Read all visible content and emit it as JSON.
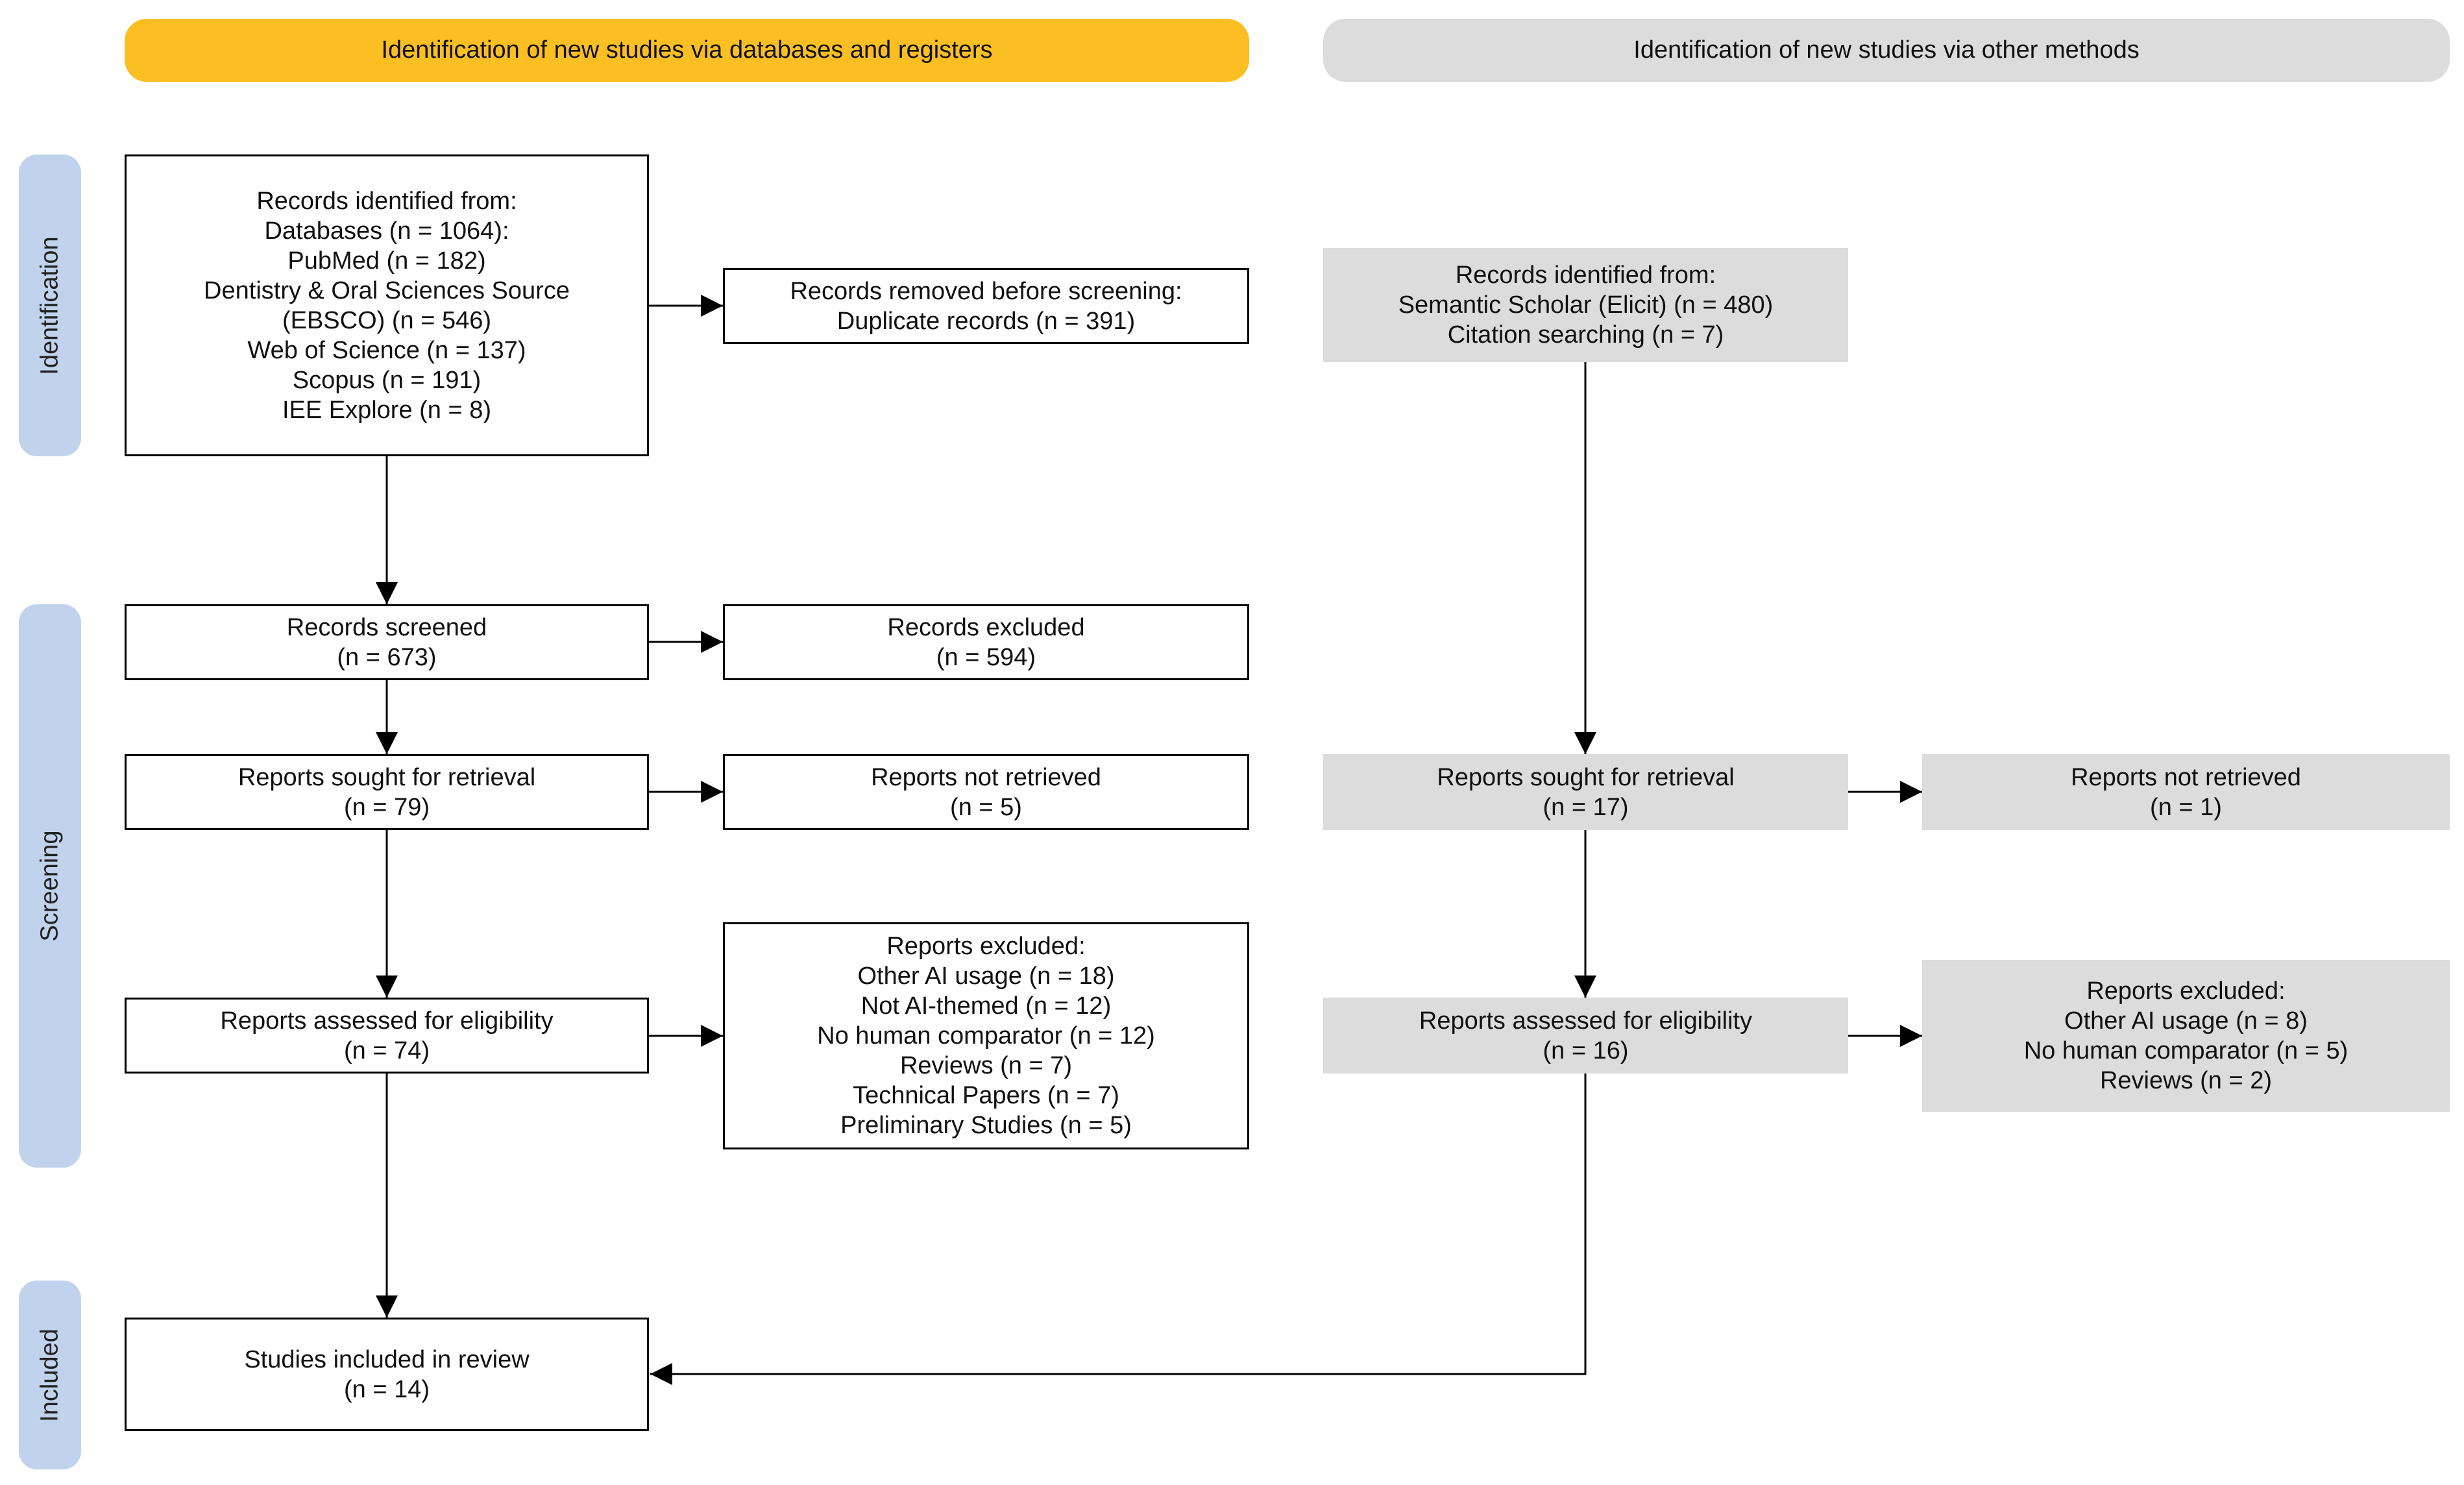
{
  "headers": {
    "databases": "Identification of new studies via databases and registers",
    "other_methods": "Identification of new studies via other methods"
  },
  "phases": {
    "identification": "Identification",
    "screening": "Screening",
    "included": "Included"
  },
  "databases": {
    "records_identified": [
      "Records identified from:",
      "Databases (n = 1064):",
      "PubMed (n = 182)",
      "Dentistry & Oral Sciences Source",
      "(EBSCO) (n = 546)",
      "Web of Science (n = 137)",
      "Scopus (n = 191)",
      "IEE Explore (n = 8)"
    ],
    "records_removed": [
      "Records removed before screening:",
      "Duplicate records (n = 391)"
    ],
    "records_screened": [
      "Records screened",
      "(n = 673)"
    ],
    "records_excluded": [
      "Records excluded",
      "(n = 594)"
    ],
    "reports_sought": [
      "Reports sought for retrieval",
      "(n = 79)"
    ],
    "reports_not_retrieved": [
      "Reports not retrieved",
      "(n = 5)"
    ],
    "reports_assessed": [
      "Reports assessed for eligibility",
      "(n = 74)"
    ],
    "reports_excluded": [
      "Reports excluded:",
      "Other AI usage (n = 18)",
      "Not AI-themed (n = 12)",
      "No human comparator (n = 12)",
      "Reviews (n = 7)",
      "Technical Papers (n = 7)",
      "Preliminary Studies (n = 5)"
    ],
    "studies_included": [
      "Studies included in review",
      "(n = 14)"
    ]
  },
  "other_methods": {
    "records_identified": [
      "Records identified from:",
      "Semantic Scholar (Elicit) (n = 480)",
      "Citation searching (n = 7)"
    ],
    "reports_sought": [
      "Reports sought for retrieval",
      "(n = 17)"
    ],
    "reports_not_retrieved": [
      "Reports not retrieved",
      "(n = 1)"
    ],
    "reports_assessed": [
      "Reports assessed for eligibility",
      "(n = 16)"
    ],
    "reports_excluded": [
      "Reports excluded:",
      "Other AI usage (n = 8)",
      "No human comparator (n = 5)",
      "Reviews (n = 2)"
    ]
  },
  "colors": {
    "databases_header": "#fbbf24",
    "other_header": "#dcdcdc",
    "phase_label": "#c0d2ec",
    "gray_box": "#dcdcdc"
  }
}
